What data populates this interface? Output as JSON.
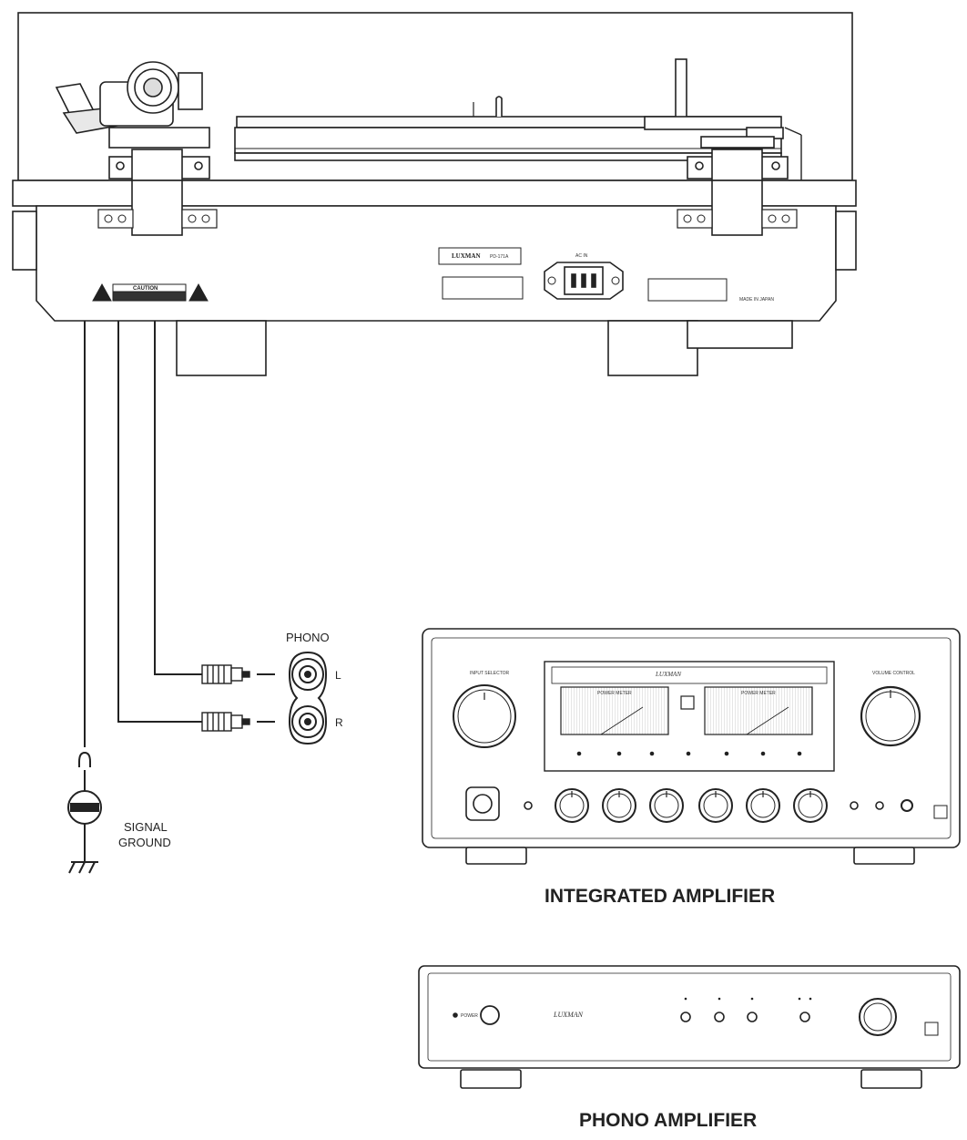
{
  "turntable": {
    "brand": "LUXMAN",
    "model": "PD-171A",
    "caution": "CAUTION",
    "ac_in": "AC IN",
    "made_in": "MADE IN JAPAN"
  },
  "phono_jacks": {
    "title": "PHONO",
    "left": "L",
    "right": "R"
  },
  "ground": {
    "line1": "SIGNAL",
    "line2": "GROUND"
  },
  "integrated": {
    "title": "INTEGRATED AMPLIFIER",
    "input_selector": "INPUT SELECTOR",
    "volume_control": "VOLUME CONTROL",
    "power_meter": "POWER METER",
    "brand": "LUXMAN"
  },
  "phono_amp": {
    "title": "PHONO AMPLIFIER",
    "power": "POWER",
    "brand": "LUXMAN"
  }
}
